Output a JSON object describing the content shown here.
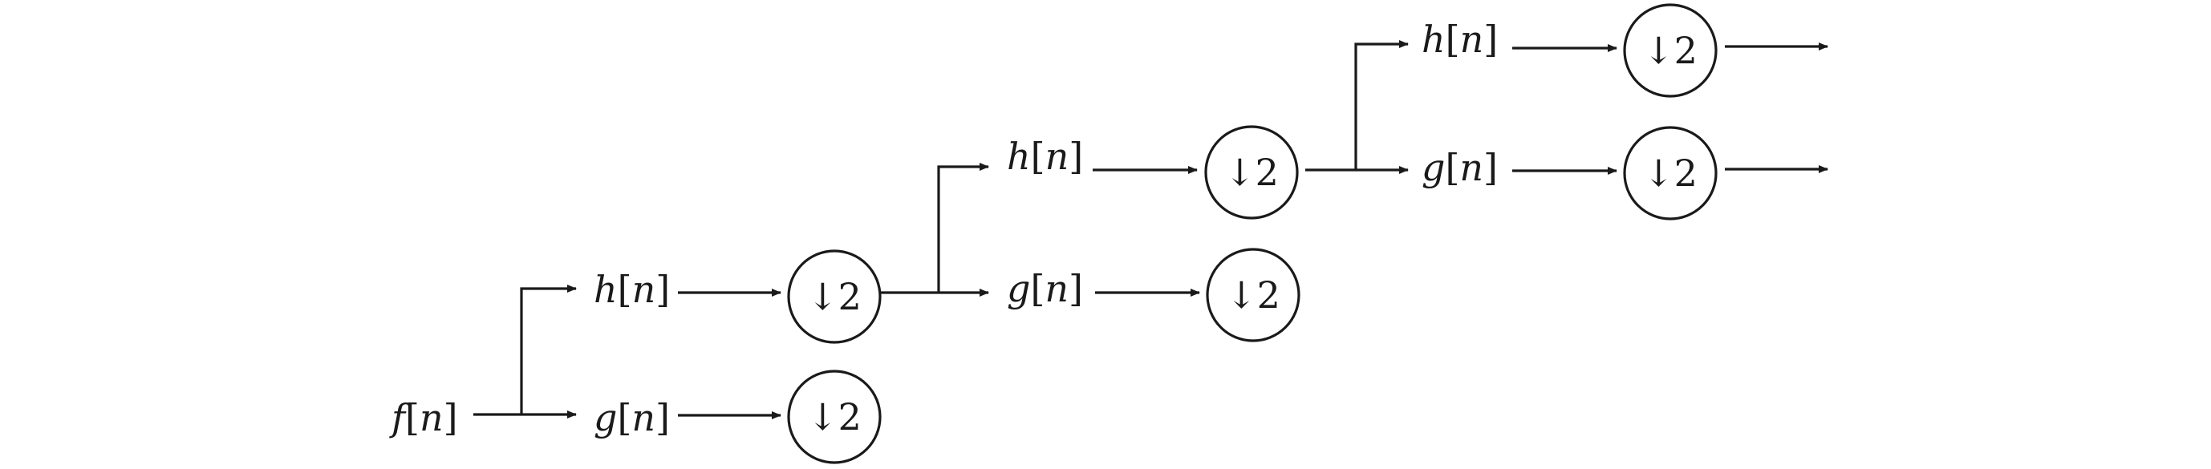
{
  "diagram": {
    "input": {
      "func": "f",
      "arg": "n"
    },
    "filters": [
      {
        "id": "h1",
        "func": "h",
        "arg": "n"
      },
      {
        "id": "g1",
        "func": "g",
        "arg": "n"
      },
      {
        "id": "h2",
        "func": "h",
        "arg": "n"
      },
      {
        "id": "g2",
        "func": "g",
        "arg": "n"
      },
      {
        "id": "h3",
        "func": "h",
        "arg": "n"
      },
      {
        "id": "g3",
        "func": "g",
        "arg": "n"
      }
    ],
    "downsampler_label": "↓2",
    "stroke_color": "#1a1a1a"
  }
}
